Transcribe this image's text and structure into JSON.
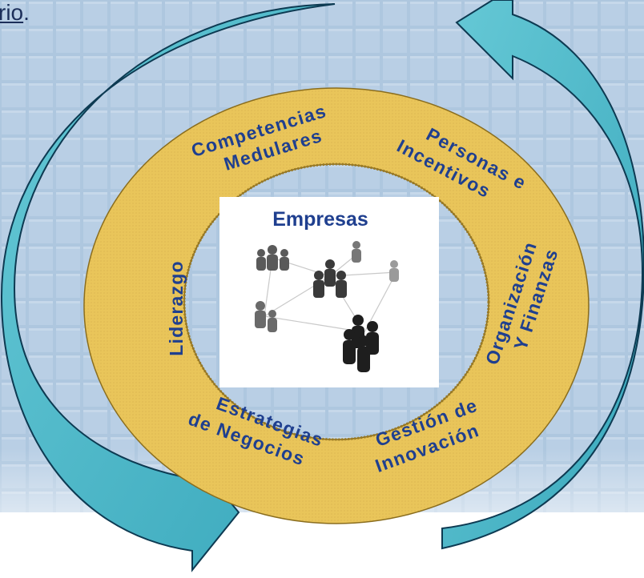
{
  "header_fragment": {
    "text": "rio",
    "trailing": "."
  },
  "center": {
    "title": "Empresas",
    "image_description_icon": "people-network-icon"
  },
  "segments": {
    "competencias": [
      "Competencias",
      "Medulares"
    ],
    "personas": [
      "Personas e",
      "Incentivos"
    ],
    "organizacion": [
      "Organización",
      "Y Finanzas"
    ],
    "gestion": [
      "Gestión de",
      "Innovación"
    ],
    "estrategias": [
      "Estrategias",
      "de Negocios"
    ],
    "liderazgo": [
      "Liderazgo"
    ]
  },
  "colors": {
    "ring_fill": "#e9c55a",
    "ring_stroke": "#8a6d1e",
    "arrow_fill": "#4cb8c8",
    "arrow_stroke": "#0d3a52",
    "text": "#1f3f8f",
    "background": "#a9c3dd"
  }
}
